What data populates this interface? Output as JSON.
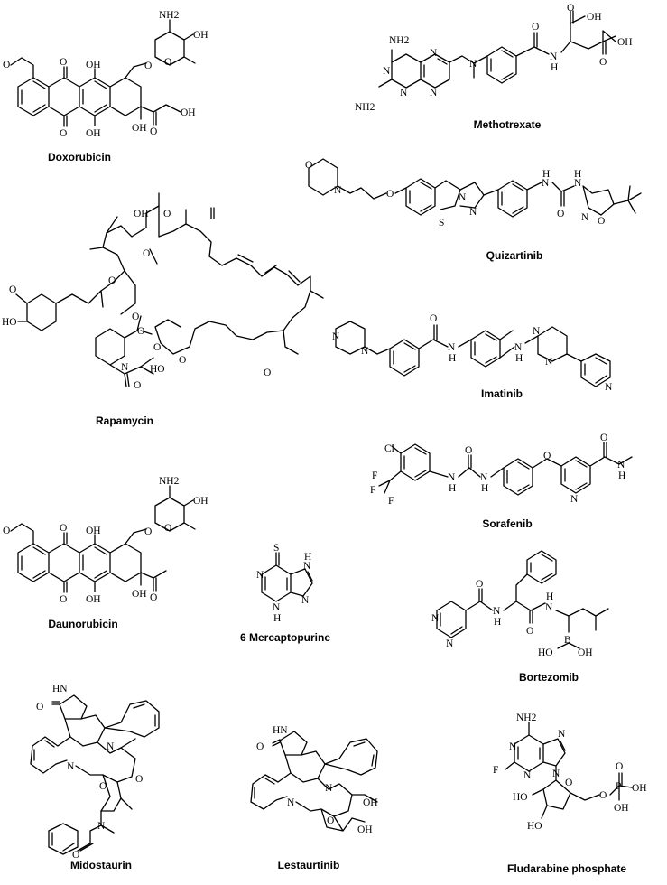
{
  "captions": {
    "doxorubicin": "Doxorubicin",
    "methotrexate": "Methotrexate",
    "quizartinib": "Quizartinib",
    "rapamycin": "Rapamycin",
    "imatinib": "Imatinib",
    "sorafenib": "Sorafenib",
    "daunorubicin": "Daunorubicin",
    "mercaptopurine": "6 Mercaptopurine",
    "bortezomib": "Bortezomib",
    "midostaurin": "Midostaurin",
    "lestaurtinib": "Lestaurtinib",
    "fludarabine": "Fludarabine phosphate"
  },
  "atoms": {
    "NH2": "NH2",
    "OH": "OH",
    "HO": "HO",
    "O": "O",
    "N": "N",
    "H": "H",
    "NH": "NH",
    "S": "S",
    "Cl": "Cl",
    "F": "F",
    "B": "B",
    "P": "P",
    "HN": "HN",
    "OHsub": "OH"
  }
}
